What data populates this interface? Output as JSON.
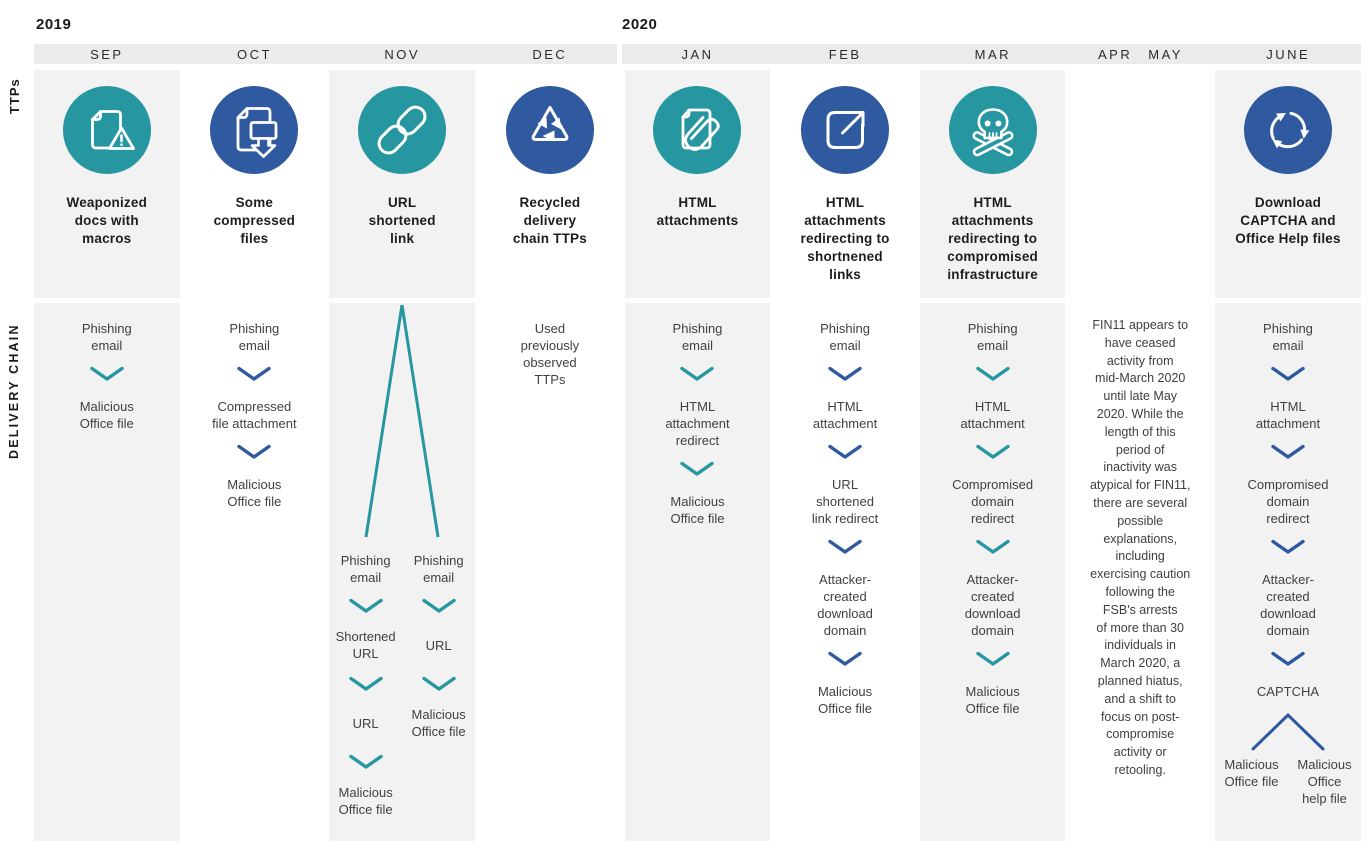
{
  "palette": {
    "teal": "#2697A0",
    "blue": "#2F5A9F",
    "column_bg": "#F2F2F2",
    "strip_bg": "#EBEBEB",
    "heading_text": "#1D1D1B",
    "body_text": "#414141"
  },
  "years": {
    "y2019": "2019",
    "y2020": "2020"
  },
  "side_labels": {
    "ttps": "TTPs",
    "delivery": "DELIVERY CHAIN"
  },
  "columns": [
    {
      "id": "sep",
      "months": [
        "SEP"
      ],
      "shaded": true,
      "color": "teal",
      "icon": "weaponized-document-icon",
      "ttp": "Weaponized\ndocs with\nmacros",
      "chain": [
        "Phishing\nemail",
        "Malicious\nOffice file"
      ]
    },
    {
      "id": "oct",
      "months": [
        "OCT"
      ],
      "shaded": false,
      "color": "blue",
      "icon": "compressed-file-download-icon",
      "ttp": "Some\ncompressed\nfiles",
      "chain": [
        "Phishing\nemail",
        "Compressed\nfile attachment",
        "Malicious\nOffice file"
      ]
    },
    {
      "id": "nov",
      "months": [
        "NOV"
      ],
      "shaded": true,
      "color": "teal",
      "icon": "chain-link-icon",
      "ttp": "URL\nshortened\nlink",
      "fork_branches": [
        [
          "Phishing\nemail",
          "Shortened\nURL",
          "URL",
          "Malicious\nOffice file"
        ],
        [
          "Phishing\nemail",
          "URL",
          "Malicious\nOffice file"
        ]
      ]
    },
    {
      "id": "dec",
      "months": [
        "DEC"
      ],
      "shaded": false,
      "color": "blue",
      "icon": "recycle-arrows-icon",
      "ttp": "Recycled\ndelivery\nchain TTPs",
      "note": "Used\npreviously\nobserved\nTTPs"
    },
    {
      "id": "jan",
      "months": [
        "JAN"
      ],
      "shaded": true,
      "color": "teal",
      "icon": "document-paperclip-icon",
      "ttp": "HTML\nattachments",
      "chain": [
        "Phishing\nemail",
        "HTML\nattachment\nredirect",
        "Malicious\nOffice file"
      ]
    },
    {
      "id": "feb",
      "months": [
        "FEB"
      ],
      "shaded": false,
      "color": "blue",
      "icon": "external-link-icon",
      "ttp": "HTML\nattachments\nredirecting to\nshortnened\nlinks",
      "chain": [
        "Phishing\nemail",
        "HTML\nattachment",
        "URL\nshortened\nlink redirect",
        "Attacker-\ncreated\ndownload\ndomain",
        "Malicious\nOffice file"
      ]
    },
    {
      "id": "mar",
      "months": [
        "MAR"
      ],
      "shaded": true,
      "color": "teal",
      "icon": "skull-crossbones-icon",
      "ttp": "HTML\nattachments\nredirecting to\ncompromised\ninfrastructure",
      "chain": [
        "Phishing\nemail",
        "HTML\nattachment",
        "Compromised\ndomain\nredirect",
        "Attacker-\ncreated\ndownload\ndomain",
        "Malicious\nOffice file"
      ]
    },
    {
      "id": "apr-may",
      "months": [
        "APR",
        "MAY"
      ],
      "shaded": false,
      "inactivity_note": "FIN11 appears to\nhave ceased\nactivity from\nmid-March 2020\nuntil late May\n2020. While the\nlength of this\nperiod of\ninactivity was\natypical for FIN11,\nthere are several\npossible\nexplanations,\nincluding\nexercising caution\nfollowing the\nFSB's arrests\nof more than 30\nindividuals in\nMarch 2020, a\nplanned hiatus,\nand a shift to\nfocus on post-\ncompromise\nactivity or\nretooling."
    },
    {
      "id": "june",
      "months": [
        "JUNE"
      ],
      "shaded": true,
      "color": "blue",
      "icon": "circular-arrows-icon",
      "ttp": "Download\nCAPTCHA and\nOffice Help files",
      "chain": [
        "Phishing\nemail",
        "HTML\nattachment",
        "Compromised\ndomain\nredirect",
        "Attacker-\ncreated\ndownload\ndomain",
        "CAPTCHA"
      ],
      "fork_end": [
        "Malicious\nOffice file",
        "Malicious\nOffice\nhelp file"
      ]
    }
  ]
}
